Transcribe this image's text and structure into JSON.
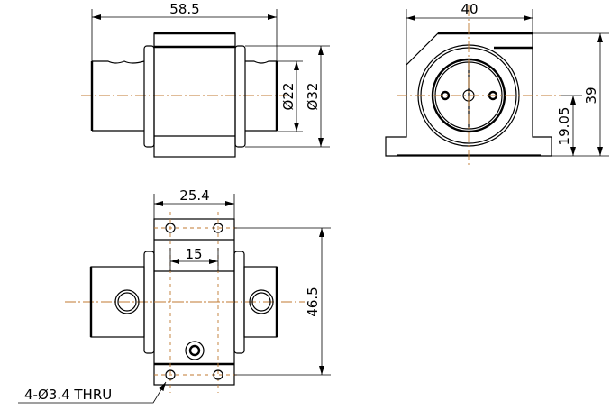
{
  "drawing": {
    "front_view": {
      "length": "58.5",
      "inner_diameter": "Ø22",
      "outer_diameter": "Ø32"
    },
    "side_view": {
      "width": "40",
      "height": "39",
      "center_height": "19.05"
    },
    "top_view": {
      "hole_spacing_x": "25.4",
      "inner_width": "15",
      "hole_spacing_y": "46.5",
      "hole_note": "4-Ø3.4 THRU"
    },
    "colors": {
      "line": "#000000",
      "centerline": "#c07a30"
    }
  }
}
